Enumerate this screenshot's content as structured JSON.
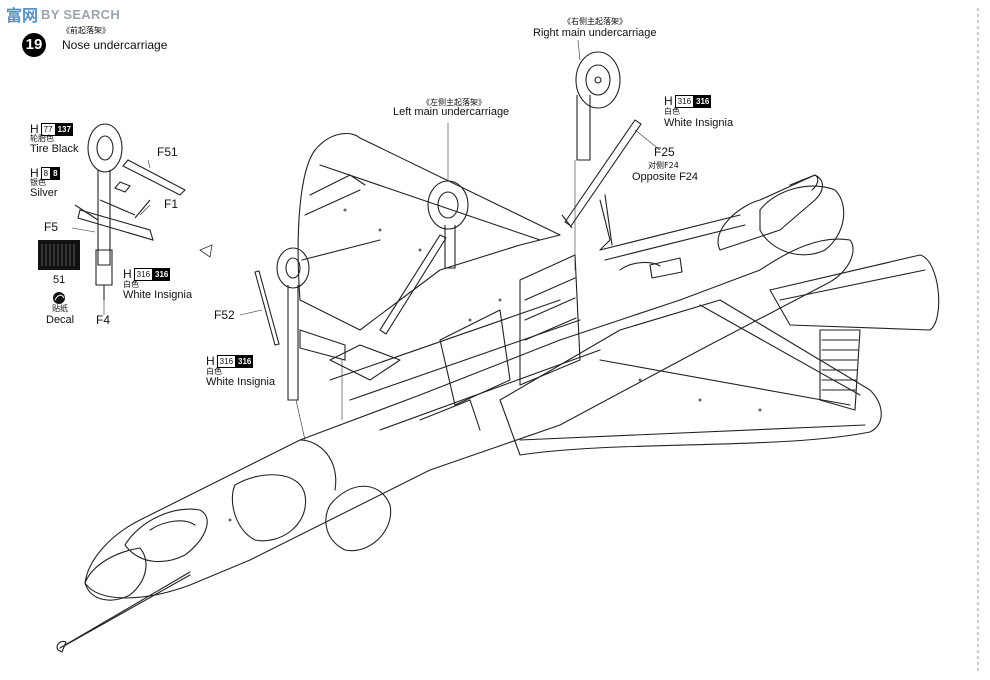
{
  "watermark": {
    "cn": "富",
    "mark": "网",
    "en": "BY SEARCH"
  },
  "step": {
    "number": "19",
    "cn": "《前起落架》",
    "title": "Nose undercarriage"
  },
  "callouts": {
    "nose_tire": {
      "h": "H",
      "code1": "77",
      "code2": "137",
      "cn": "轮胎色",
      "en": "Tire Black"
    },
    "nose_silver": {
      "h": "H",
      "code1": "8",
      "code2": "8",
      "cn": "银色",
      "en": "Silver"
    },
    "nose_insignia": {
      "h": "H",
      "code1": "316",
      "code2": "316",
      "cn": "白色",
      "en": "White Insignia"
    },
    "left_insignia": {
      "h": "H",
      "code1": "316",
      "code2": "316",
      "cn": "白色",
      "en": "White Insignia"
    },
    "right_insignia": {
      "h": "H",
      "code1": "316",
      "code2": "316",
      "cn": "白色",
      "en": "White Insignia"
    }
  },
  "parts": {
    "f51": "F51",
    "f1": "F1",
    "f5": "F5",
    "f4": "F4",
    "f52": "F52",
    "f25": "F25",
    "f25_cn": "对侧F24",
    "f25_en": "Opposite F24"
  },
  "decal": {
    "number": "51",
    "cn": "贴纸",
    "en": "Decal"
  },
  "sections": {
    "left_cn": "《左侧主起落架》",
    "left_en": "Left main undercarriage",
    "right_cn": "《右侧主起落架》",
    "right_en": "Right main undercarriage"
  }
}
